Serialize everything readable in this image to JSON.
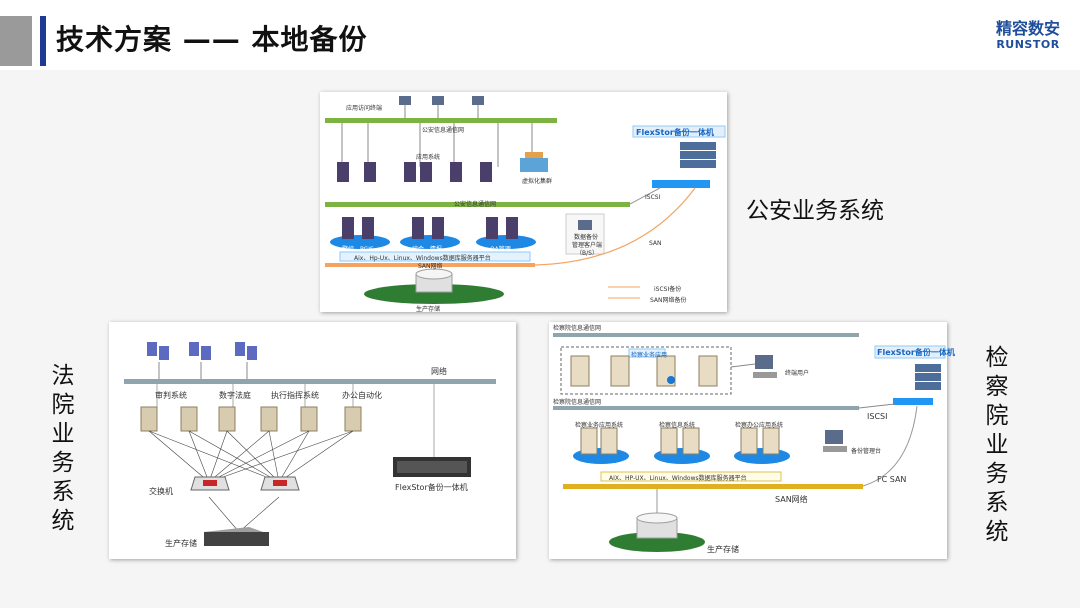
{
  "header": {
    "title": "技术方案 —— 本地备份"
  },
  "logo": {
    "cn": "精容数安",
    "en": "RUNSTOR"
  },
  "labels": {
    "police": "公安业务系统",
    "court": [
      "法",
      "院",
      "业",
      "务",
      "系",
      "统"
    ],
    "procuratorate": [
      "检",
      "察",
      "院",
      "业",
      "务",
      "系",
      "统"
    ]
  },
  "police_diagram": {
    "app_net": "应用访问终端",
    "app_net2": "公安信息通信网",
    "app_sys": "应用系统",
    "cluster": "虚拟化集群",
    "core_net": "公安信息通信网",
    "server_groups": [
      "警综、PGIS",
      "综合、情报",
      "OA管理"
    ],
    "platform": "Aix、Hp-Ux、Linux、Windows数据库服务器平台",
    "san_net": "SAN网络",
    "client": "数据备份",
    "client2": "管理客户端",
    "client3": "（B/S）",
    "device": "FlexStor备份一体机",
    "iscsi": "ISCSI",
    "san": "SAN",
    "legend_iscsi": "iSCSI备份",
    "legend_san": "SAN网络备份",
    "storage": "生产存储"
  },
  "court_diagram": {
    "network": "网络",
    "systems": [
      "审判系统",
      "数字法庭",
      "执行指挥系统",
      "办公自动化"
    ],
    "switch": "交换机",
    "device": "FlexStor备份一体机",
    "storage": "生产存储"
  },
  "proc_diagram": {
    "top_net": "检察院信息通信网",
    "net2": "检察院信息通信网",
    "box": "检察业务应用",
    "terminal": "终端用户",
    "device": "FlexStor备份一体机",
    "iscsi": "ISCSI",
    "groups": [
      "检察业务应用系统",
      "检察信息系统",
      "检察办公应用系统"
    ],
    "console": "备份管理台",
    "platform": "AIX、HP-UX、Linux、Windows数据库服务器平台",
    "fc": "FC SAN",
    "san": "SAN网络",
    "storage": "生产存储"
  },
  "colors": {
    "accent": "#1f3a93",
    "green": "#7cb342",
    "blue": "#1976d2",
    "orange": "#f4a460"
  }
}
